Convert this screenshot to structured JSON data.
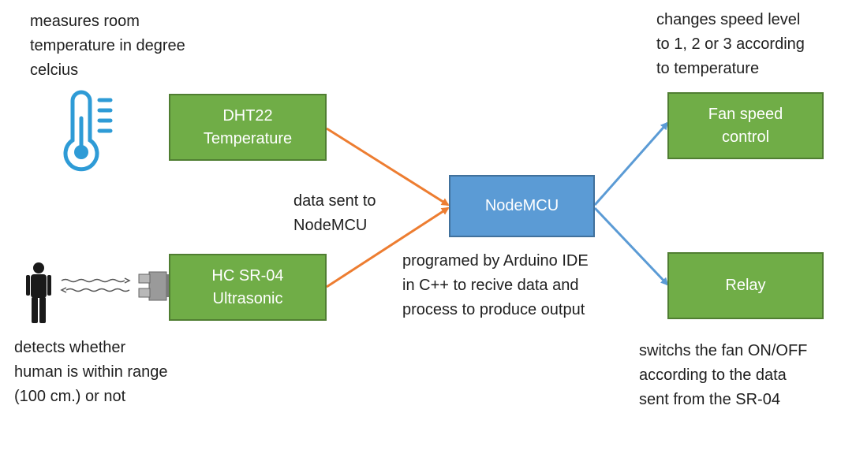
{
  "notes": {
    "temperature": [
      "measures room",
      "temperature in degree",
      "celcius"
    ],
    "data_sent": [
      "data sent to",
      "NodeMCU"
    ],
    "human": [
      "detects whether",
      "human is within range",
      "(100 cm.) or not"
    ],
    "programmed": [
      "programed by Arduino IDE",
      "in C++ to recive data and",
      "process to produce output"
    ],
    "speed": [
      "changes speed level",
      "to 1, 2 or 3 according",
      "to temperature"
    ],
    "relay": [
      "switchs the fan ON/OFF",
      "according to the data",
      "sent from the SR-04"
    ]
  },
  "boxes": {
    "dht22": [
      "DHT22",
      "Temperature"
    ],
    "hcsr04": [
      "HC SR-04",
      "Ultrasonic"
    ],
    "nodemcu": [
      "NodeMCU"
    ],
    "fan": [
      "Fan speed",
      "control"
    ],
    "relay": [
      "Relay"
    ]
  },
  "colors": {
    "input_box": "#70ad47",
    "controller_box": "#5b9bd5",
    "input_arrow": "#ed7d31",
    "output_arrow": "#5b9bd5",
    "thermometer": "#2e9bd6"
  },
  "icons": [
    "thermometer-icon",
    "person-icon",
    "sound-wave-icon",
    "ultrasonic-sensor-icon"
  ]
}
